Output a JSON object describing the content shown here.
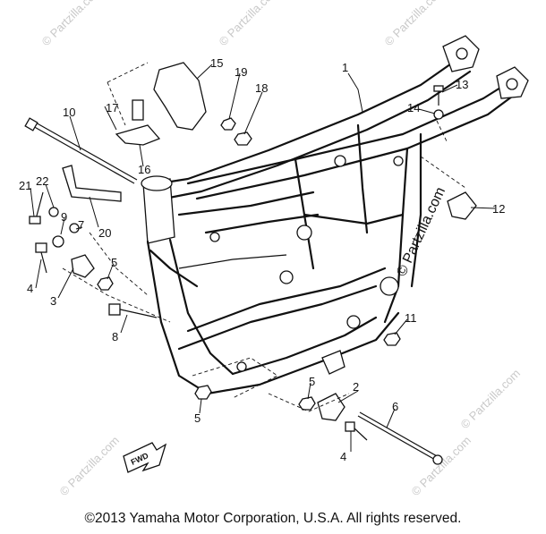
{
  "copyright": "©2013  Yamaha Motor Corporation, U.S.A. All rights reserved.",
  "watermark": "© Partzilla.com",
  "side_watermark": "© Partzilla.com",
  "fwd_label": "FWD",
  "callouts": {
    "c1": "1",
    "c2": "2",
    "c3": "3",
    "c4a": "4",
    "c4b": "4",
    "c5a": "5",
    "c5b": "5",
    "c5c": "5",
    "c6": "6",
    "c7": "7",
    "c8": "8",
    "c9": "9",
    "c10": "10",
    "c11": "11",
    "c12": "12",
    "c13": "13",
    "c14": "14",
    "c15": "15",
    "c16": "16",
    "c17": "17",
    "c18": "18",
    "c19": "19",
    "c20": "20",
    "c21": "21",
    "c22": "22"
  }
}
